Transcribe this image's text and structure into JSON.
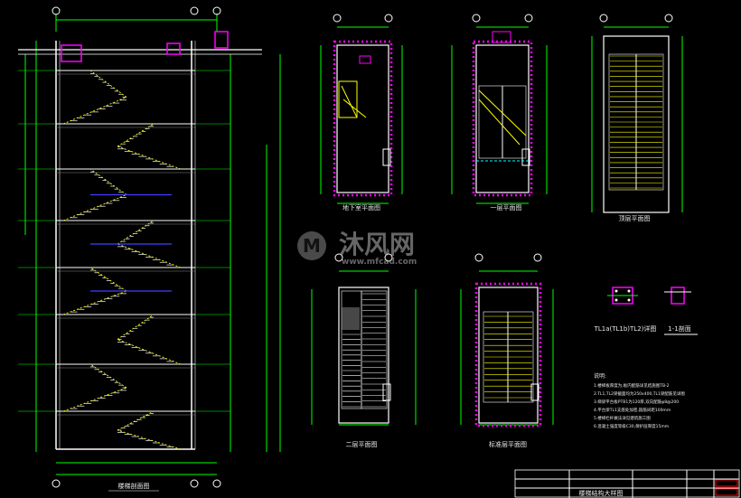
{
  "drawing_labels": {
    "section": "楼梯剖面图",
    "basement": "地下室平面图",
    "first": "一层平面图",
    "top": "顶层平面图",
    "second": "二层平面图",
    "standard": "标准层平面图",
    "beam_detail": "TL1a(TL1b)TL2)详图",
    "section_11": "1-1剖面",
    "title_block": "楼梯结构大样图"
  },
  "watermark": {
    "brand": "沐风网",
    "url": "www.mfcad.com"
  },
  "notes": {
    "heading": "说明:",
    "lines": [
      "1.楼梯板厚度为,板内配筋详见结施图TB-2",
      "2.TL1,TL2梁截面均为250x400,TL1梁配筋见详图",
      "3.梯梁平台板PTB1为120厚,双向配筋φ8@200",
      "4.平台梁TL1支座处加密,箍筋间距100mm",
      "5.楼梯栏杆做法详见建筑施工图",
      "6.混凝土强度等级C30,保护层厚度15mm"
    ]
  },
  "colors": {
    "wall": "#ff00ff",
    "axis": "#00ff00",
    "stair": "#ffff00",
    "text": "#ffffff",
    "mark": "#ff0000"
  }
}
